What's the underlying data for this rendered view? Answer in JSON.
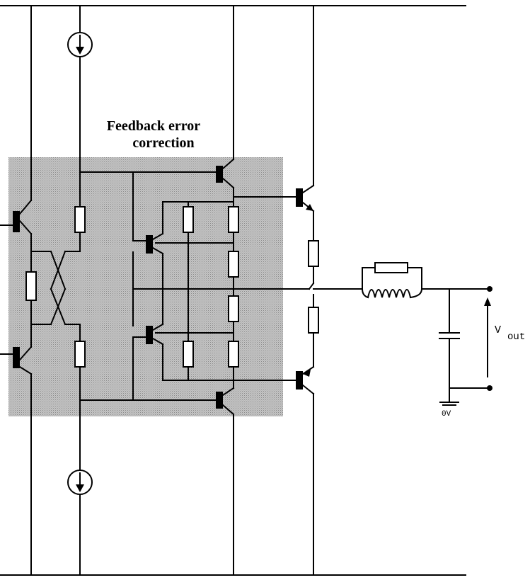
{
  "diagram": {
    "title_line1": "Feedback error",
    "title_line2": "correction",
    "vout_main": "V",
    "vout_sub": "out",
    "ground_label": "0V",
    "shade_color": "#b4b4b4",
    "line_color": "#000000"
  }
}
